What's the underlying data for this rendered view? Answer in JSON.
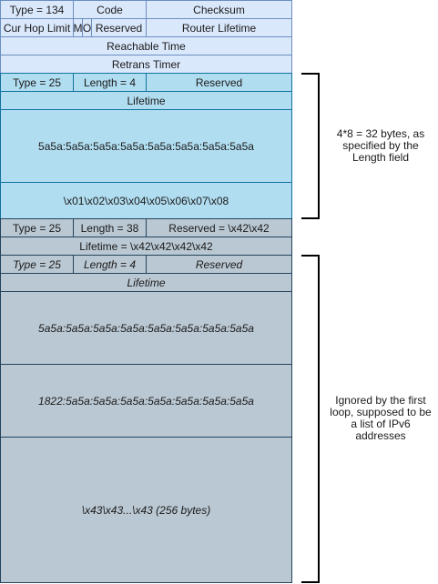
{
  "header": {
    "row1": {
      "type": "Type = 134",
      "code": "Code",
      "checksum": "Checksum"
    },
    "row2": {
      "cur_hop_limit": "Cur Hop Limit",
      "m": "M",
      "o": "O",
      "reserved": "Reserved",
      "router_lifetime": "Router Lifetime"
    },
    "reachable_time": "Reachable Time",
    "retrans_timer": "Retrans Timer"
  },
  "option1": {
    "type": "Type = 25",
    "length": "Length = 4",
    "reserved": "Reserved",
    "lifetime": "Lifetime",
    "addr1": "5a5a:5a5a:5a5a:5a5a:5a5a:5a5a:5a5a:5a5a",
    "addr2": "\\x01\\x02\\x03\\x04\\x05\\x06\\x07\\x08"
  },
  "option2": {
    "type": "Type = 25",
    "length": "Length = 38",
    "reserved": "Reserved = \\x42\\x42",
    "lifetime": "Lifetime = \\x42\\x42\\x42\\x42",
    "inner_type": "Type = 25",
    "inner_length": "Length = 4",
    "inner_reserved": "Reserved",
    "inner_lifetime": "Lifetime",
    "addr1": "5a5a:5a5a:5a5a:5a5a:5a5a:5a5a:5a5a:5a5a",
    "addr2": "1822:5a5a:5a5a:5a5a:5a5a:5a5a:5a5a:5a5a",
    "padding": "\\x43\\x43...\\x43 (256 bytes)"
  },
  "annotations": {
    "note1": [
      "4*8 = 32 bytes, as",
      "specified by the",
      "Length field"
    ],
    "note2": [
      "Ignored by the first",
      "loop, supposed to be",
      "a list of IPv6",
      "addresses"
    ]
  }
}
